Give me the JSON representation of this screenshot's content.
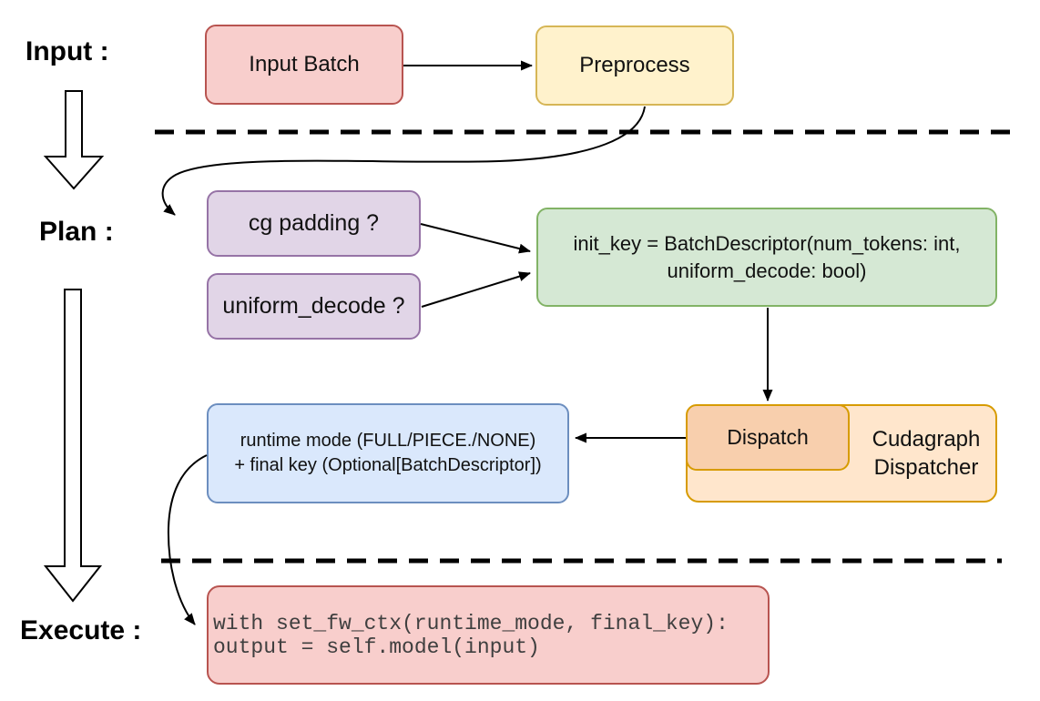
{
  "labels": {
    "input": "Input :",
    "plan": "Plan :",
    "execute": "Execute :"
  },
  "nodes": {
    "input_batch": {
      "label": "Input Batch"
    },
    "preprocess": {
      "label": "Preprocess"
    },
    "cg_padding": {
      "label": "cg padding ?"
    },
    "uniform_decode": {
      "label": "uniform_decode ?"
    },
    "init_key": {
      "line1": "init_key = BatchDescriptor(num_tokens: int,",
      "line2": "uniform_decode: bool)"
    },
    "dispatch": {
      "label": "Dispatch"
    },
    "cudagraph_dispatcher": {
      "line1": "Cudagraph",
      "line2": "Dispatcher"
    },
    "runtime_mode": {
      "line1": "runtime mode (FULL/PIECE./NONE)",
      "line2": "+ final key (Optional[BatchDescriptor])"
    },
    "execute_code": {
      "line1": "with set_fw_ctx(runtime_mode, final_key):",
      "line2": "    output = self.model(input)"
    }
  },
  "palette": {
    "red_fill": "#f8cecc",
    "red_stroke": "#b85450",
    "yellow_fill": "#fff2cc",
    "yellow_stroke": "#d6b656",
    "purple_fill": "#e1d5e7",
    "purple_stroke": "#9673a6",
    "green_fill": "#d5e8d4",
    "green_stroke": "#82b366",
    "orange_fill": "#ffe6cc",
    "orange_inner_fill": "#f8cfad",
    "orange_stroke": "#d79b00",
    "blue_fill": "#dae8fc",
    "blue_stroke": "#6c8ebf",
    "line_color": "#000000",
    "code_text_color": "#3f3f3f"
  }
}
